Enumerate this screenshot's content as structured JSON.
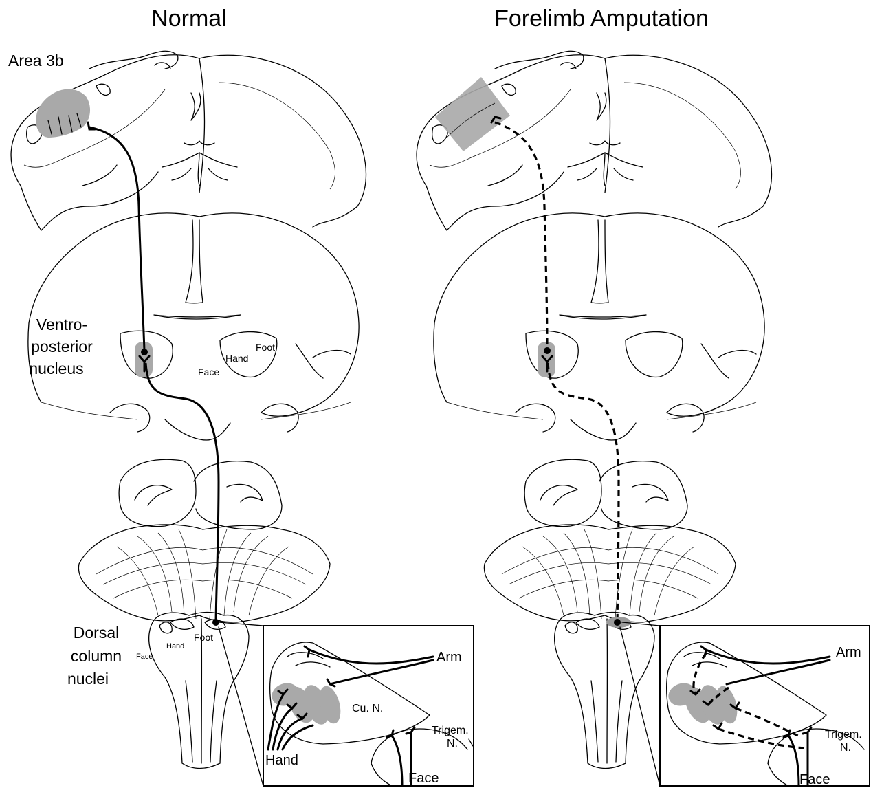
{
  "panels": {
    "normal": {
      "title": "Normal"
    },
    "amputation": {
      "title": "Forelimb Amputation"
    }
  },
  "labels": {
    "area3b": "Area 3b",
    "vpn_line1": "Ventro-",
    "vpn_line2": "posterior",
    "vpn_line3": "nucleus",
    "dcn_line1": "Dorsal",
    "dcn_line2": "column",
    "dcn_line3": "nuclei",
    "thal_face": "Face",
    "thal_hand": "Hand",
    "thal_foot": "Foot",
    "dcn_face": "Face",
    "dcn_hand": "Hand",
    "dcn_foot": "Foot"
  },
  "inset": {
    "arm": "Arm",
    "hand": "Hand",
    "cun": "Cu. N.",
    "trigem1": "Trigem.",
    "trigem2": "N.",
    "face": "Face"
  },
  "inset_right": {
    "arm": "Arm",
    "trigem1": "Trigem.",
    "trigem2": "N.",
    "face": "Face"
  },
  "colors": {
    "highlight": "#a9a9a9",
    "line": "#000000"
  }
}
